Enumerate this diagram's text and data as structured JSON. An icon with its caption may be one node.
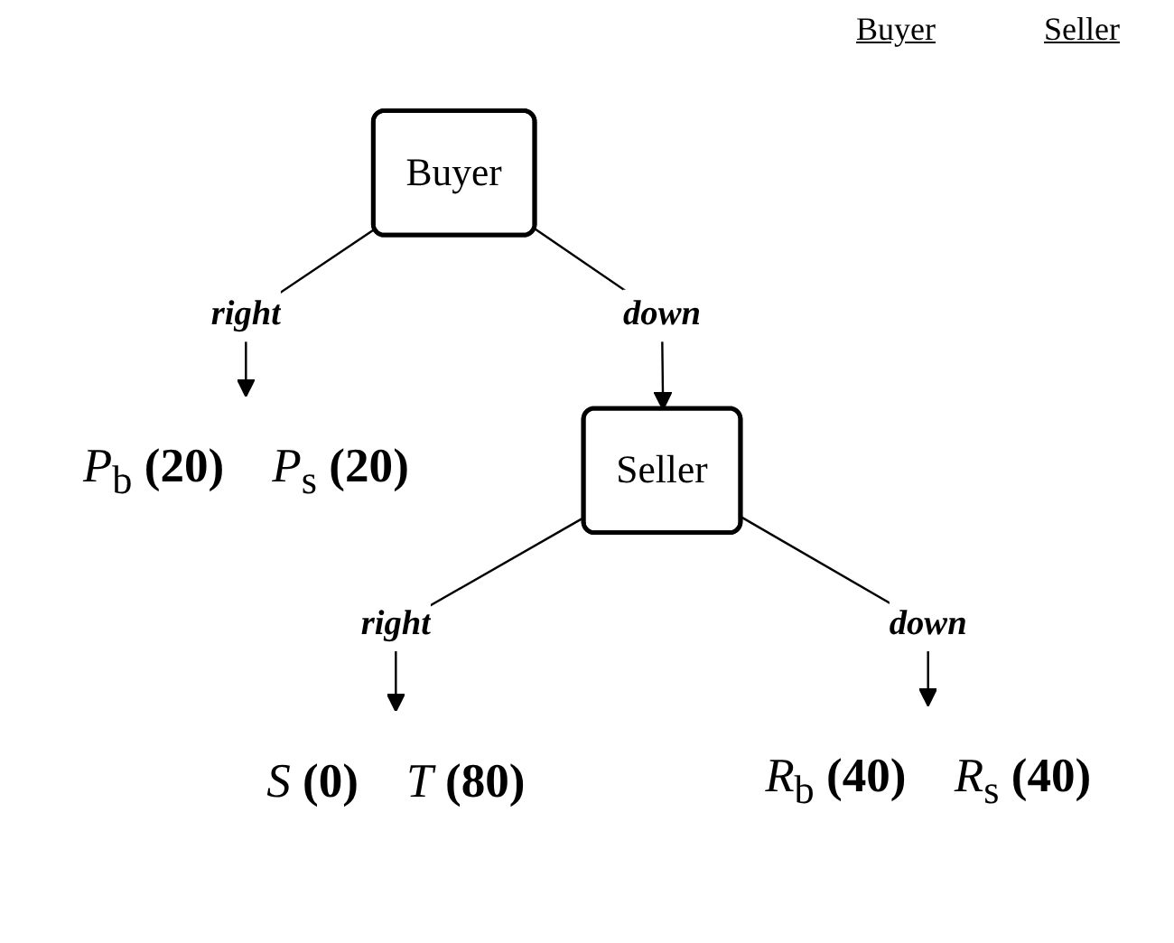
{
  "diagram": {
    "nodes": [
      {
        "text": [
          "Buyer"
        ]
      },
      {
        "text": [
          "*P*$_{b}$ **(20)**",
          "*P*$_{s}$ **(20)**"
        ]
      },
      {
        "text": [
          "Seller"
        ]
      },
      {
        "text": [
          "*S* **(0)**",
          "*T* **(80)**"
        ]
      },
      {
        "text": [
          "*R*$_{b}$ **(40)**",
          "*R*$_{s}$ **(40)**"
        ]
      }
    ],
    "edges": [
      {
        "from": 0,
        "to": 1,
        "arrow": "to",
        "label": "right"
      },
      {
        "from": 0,
        "to": 2,
        "arrow": "to",
        "label": "down"
      },
      {
        "from": 2,
        "to": 3,
        "arrow": "to",
        "label": "right"
      },
      {
        "from": 2,
        "to": 4,
        "arrow": "to",
        "label": "down"
      }
    ],
    "labels": [
      "Buyer",
      "Seller"
    ]
  }
}
